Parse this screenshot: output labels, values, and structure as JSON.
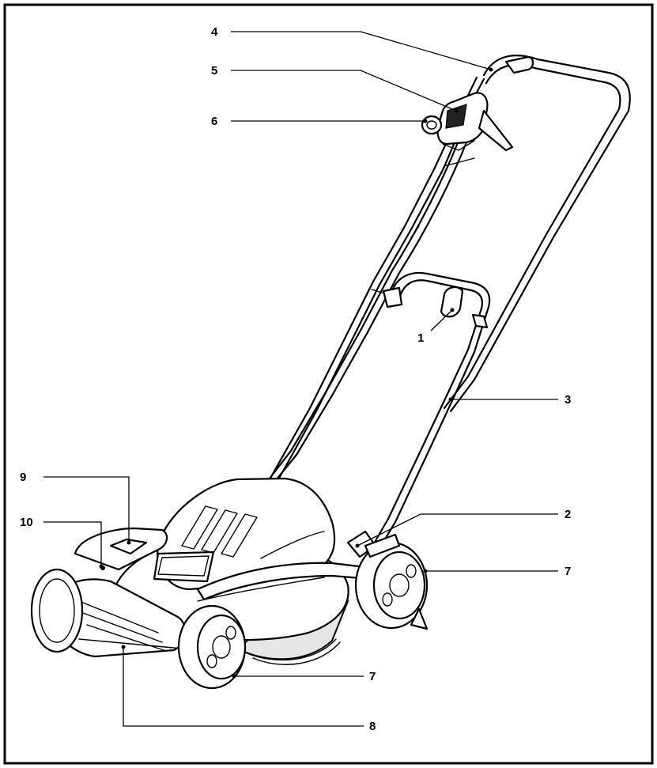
{
  "callouts": [
    {
      "id": "c1",
      "label": "1"
    },
    {
      "id": "c2",
      "label": "2"
    },
    {
      "id": "c3",
      "label": "3"
    },
    {
      "id": "c4",
      "label": "4"
    },
    {
      "id": "c5",
      "label": "5"
    },
    {
      "id": "c6",
      "label": "6"
    },
    {
      "id": "c7a",
      "label": "7"
    },
    {
      "id": "c7b",
      "label": "7"
    },
    {
      "id": "c8",
      "label": "8"
    },
    {
      "id": "c9",
      "label": "9"
    },
    {
      "id": "c10",
      "label": "10"
    }
  ]
}
